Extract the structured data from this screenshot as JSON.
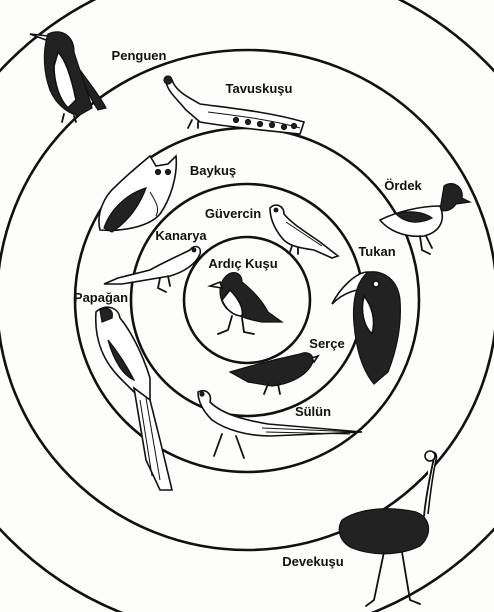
{
  "birds": {
    "center": "Ardıç Kuşu",
    "inner": [
      "Güvercin",
      "Kanarya",
      "Serçe"
    ],
    "middle": [
      "Tavuskuşu",
      "Baykuş",
      "Ördek",
      "Tukan",
      "Papağan",
      "Sülün"
    ],
    "outer": [
      "Penguen",
      "Devekuşu"
    ]
  }
}
